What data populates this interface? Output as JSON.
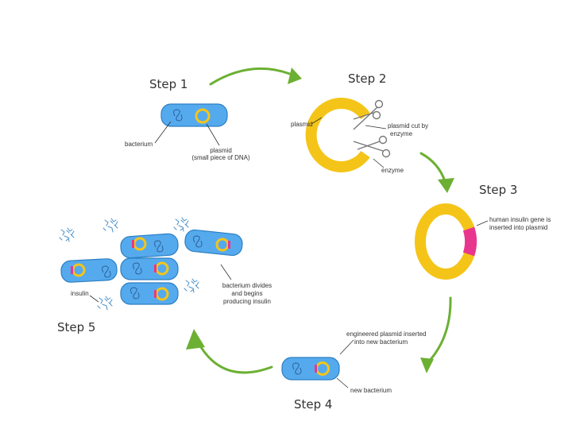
{
  "steps": {
    "step1": "Step 1",
    "step2": "Step 2",
    "step3": "Step 3",
    "step4": "Step 4",
    "step5": "Step 5"
  },
  "labels": {
    "bacterium": "bacterium",
    "plasmid_line1": "plasmid",
    "plasmid_line2": "(small piece of DNA)",
    "plasmid": "plasmid",
    "plasmid_cut_line1": "plasmid cut by",
    "plasmid_cut_line2": "enzyme",
    "enzyme": "enzyme",
    "insulin_gene_line1": "human insulin gene is",
    "insulin_gene_line2": "inserted into plasmid",
    "engineered_line1": "engineered plasmid inserted",
    "engineered_line2": "into new bacterium",
    "new_bacterium": "new bacterium",
    "insulin": "insulin",
    "divides_line1": "bacterium divides",
    "divides_line2": "and begins",
    "divides_line3": "producing insulin"
  },
  "colors": {
    "bacterium_fill": "#55aaee",
    "plasmid": "#f4c518",
    "insulin_gene": "#e8368f",
    "arrow": "#6cb033"
  }
}
